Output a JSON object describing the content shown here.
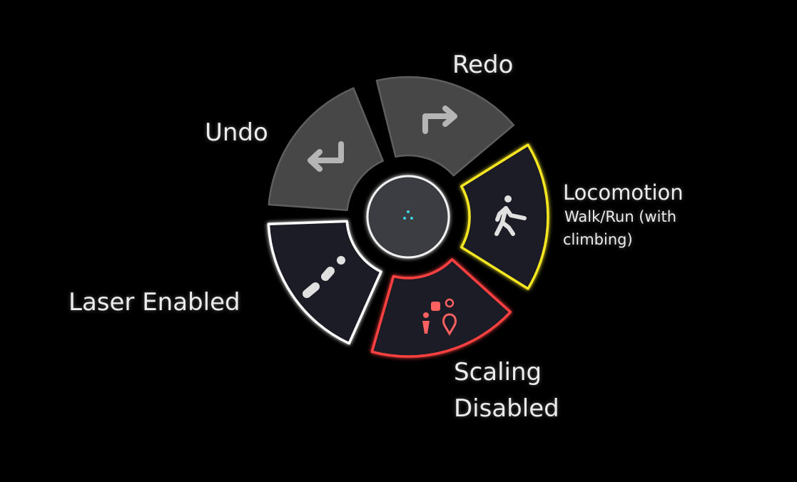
{
  "menu": {
    "items": [
      {
        "id": "undo",
        "label": "Undo",
        "state": "inactive",
        "icon": "undo-arrow-icon"
      },
      {
        "id": "redo",
        "label": "Redo",
        "state": "inactive",
        "icon": "redo-arrow-icon"
      },
      {
        "id": "locomotion",
        "label": "Locomotion",
        "sublabel_line1": "Walk/Run (with",
        "sublabel_line2": "climbing)",
        "state": "selected",
        "icon": "walking-person-icon"
      },
      {
        "id": "scaling",
        "label_line1": "Scaling",
        "label_line2": "Disabled",
        "state": "disabled",
        "icon": "scaling-people-icon"
      },
      {
        "id": "laser",
        "label": "Laser Enabled",
        "state": "enabled",
        "icon": "laser-dashed-line-icon"
      }
    ],
    "center": {
      "icon": "cursor-dots-icon"
    },
    "colors": {
      "inactive_fill": "#474747",
      "inactive_stroke": "#5e5e5e",
      "active_fill": "#1b1e25",
      "enabled_stroke": "#ffffff",
      "selected_stroke": "#f5e623",
      "disabled_stroke": "#ff4040",
      "icon_gray": "#b5b5b5",
      "icon_light": "#e0e0e0",
      "icon_red": "#ff6060",
      "center_dots": "#3fd6e0"
    }
  }
}
